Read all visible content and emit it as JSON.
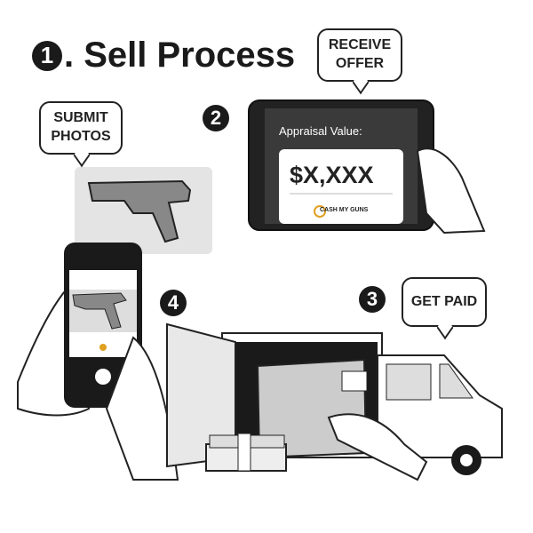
{
  "title": {
    "number": "1",
    "text": ". Sell Process"
  },
  "steps": [
    {
      "number": "1",
      "bubble": "SUBMIT PHOTOS"
    },
    {
      "number": "2",
      "bubble": "RECEIVE OFFER"
    },
    {
      "number": "3",
      "bubble": "GET PAID"
    },
    {
      "number": "4"
    }
  ],
  "tablet": {
    "heading": "Appraisal Value:",
    "value": "$X,XXX",
    "brand": "CASH MY GUNS"
  },
  "colors": {
    "ink": "#1a1a1a",
    "screen": "#3a3a3a",
    "brand_accent": "#e0a020"
  }
}
